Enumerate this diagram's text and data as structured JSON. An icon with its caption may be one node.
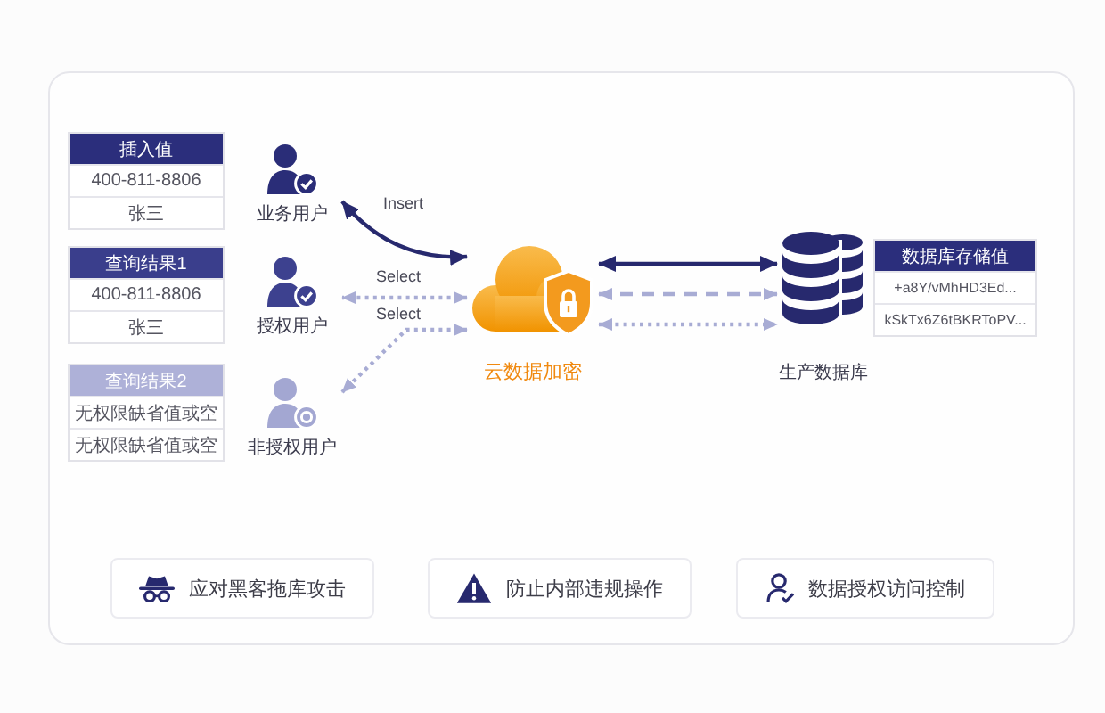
{
  "diagram": {
    "nodes": [
      {
        "text": [
          "插入值",
          "400-811-8806",
          "张三"
        ]
      },
      {
        "text": [
          "业务用户"
        ]
      },
      {
        "text": [
          "查询结果1",
          "400-811-8806",
          "张三"
        ]
      },
      {
        "text": [
          "授权用户"
        ]
      },
      {
        "text": [
          "查询结果2",
          "无权限缺省值或空",
          "无权限缺省值或空"
        ]
      },
      {
        "text": [
          "非授权用户"
        ]
      },
      {
        "text": [
          "云数据加密"
        ]
      },
      {
        "text": [
          "生产数据库"
        ]
      },
      {
        "text": [
          "数据库存储值",
          "+a8Y/vMhHD3Ed...",
          "kSkTx6Z6tBKRToPV..."
        ]
      },
      {
        "text": [
          "应对黑客拖库攻击"
        ]
      },
      {
        "text": [
          "防止内部违规操作"
        ]
      },
      {
        "text": [
          "数据授权访问控制"
        ]
      }
    ],
    "edges": [
      {
        "from": 6,
        "to": 1,
        "arrow": "both",
        "label": "Insert",
        "color": "#27296e"
      },
      {
        "from": 6,
        "to": 3,
        "arrow": "both",
        "label": "Select",
        "style": "dashed"
      },
      {
        "from": 6,
        "to": 5,
        "arrow": "both",
        "label": "Select",
        "style": "dashed"
      },
      {
        "from": 6,
        "to": 7,
        "arrow": "both",
        "color": "#27296e"
      },
      {
        "from": 6,
        "to": 7,
        "arrow": "both",
        "style": "dashed"
      },
      {
        "from": 6,
        "to": 7,
        "arrow": "both",
        "style": "dashed"
      }
    ]
  }
}
